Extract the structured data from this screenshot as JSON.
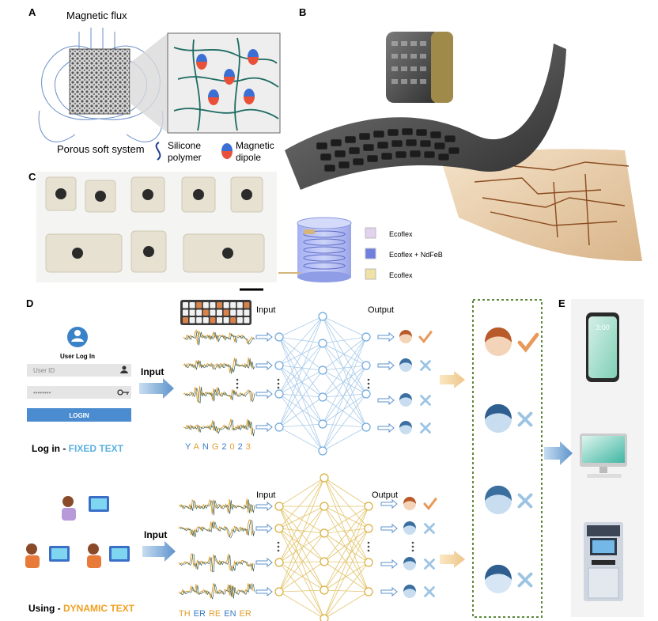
{
  "panels": {
    "a": {
      "letter": "A",
      "flux_label": "Magnetic flux",
      "system_label": "Porous soft system",
      "silicone_label_1": "Silicone",
      "silicone_label_2": "polymer",
      "dipole_label_1": "Magnetic",
      "dipole_label_2": "dipole"
    },
    "b": {
      "letter": "B"
    },
    "c": {
      "letter": "C",
      "legend": [
        {
          "label": "Ecoflex",
          "color": "#e2d2ee"
        },
        {
          "label": "Ecoflex + NdFeB",
          "color": "#6f7fe0"
        },
        {
          "label": "Ecoflex",
          "color": "#efe2a4"
        }
      ]
    },
    "d": {
      "letter": "D",
      "login": {
        "title": "User Log In",
        "user_placeholder": "User ID",
        "password_placeholder": "••••••••",
        "button": "LOGIN"
      },
      "input_label": "Input",
      "output_label": "Output",
      "fixed_caption_prefix": "Log in - ",
      "fixed_caption_emph": "FIXED TEXT",
      "dynamic_caption_prefix": "Using - ",
      "dynamic_caption_emph": "DYNAMIC TEXT",
      "fixed_sequence": [
        {
          "ch": "Y",
          "color": "#3a7cc2"
        },
        {
          "ch": "A",
          "color": "#e0a030"
        },
        {
          "ch": "N",
          "color": "#3a7cc2"
        },
        {
          "ch": "G",
          "color": "#e0a030"
        },
        {
          "ch": "2",
          "color": "#3a7cc2"
        },
        {
          "ch": "0",
          "color": "#e0a030"
        },
        {
          "ch": "2",
          "color": "#3a7cc2"
        },
        {
          "ch": "3",
          "color": "#e0a030"
        }
      ],
      "dynamic_sequence": [
        {
          "ch": "TH",
          "color": "#e0a030"
        },
        {
          "ch": "ER",
          "color": "#3a7cc2"
        },
        {
          "ch": "RE",
          "color": "#e0a030"
        },
        {
          "ch": "EN",
          "color": "#3a7cc2"
        },
        {
          "ch": "ER",
          "color": "#e0a030"
        }
      ]
    },
    "e": {
      "letter": "E",
      "phone_time": "3:00"
    }
  },
  "colors": {
    "fixed_accent": "#5ab0e0",
    "dynamic_accent": "#f0a020",
    "net_fixed": "#a9cbea",
    "net_dynamic": "#e2c46a",
    "node_fixed": "#6fa8dc",
    "node_dynamic": "#d9ae3a",
    "check": "#e89a5a",
    "cross": "#9cc4e4",
    "dashed_border": "#5b8a3a"
  }
}
